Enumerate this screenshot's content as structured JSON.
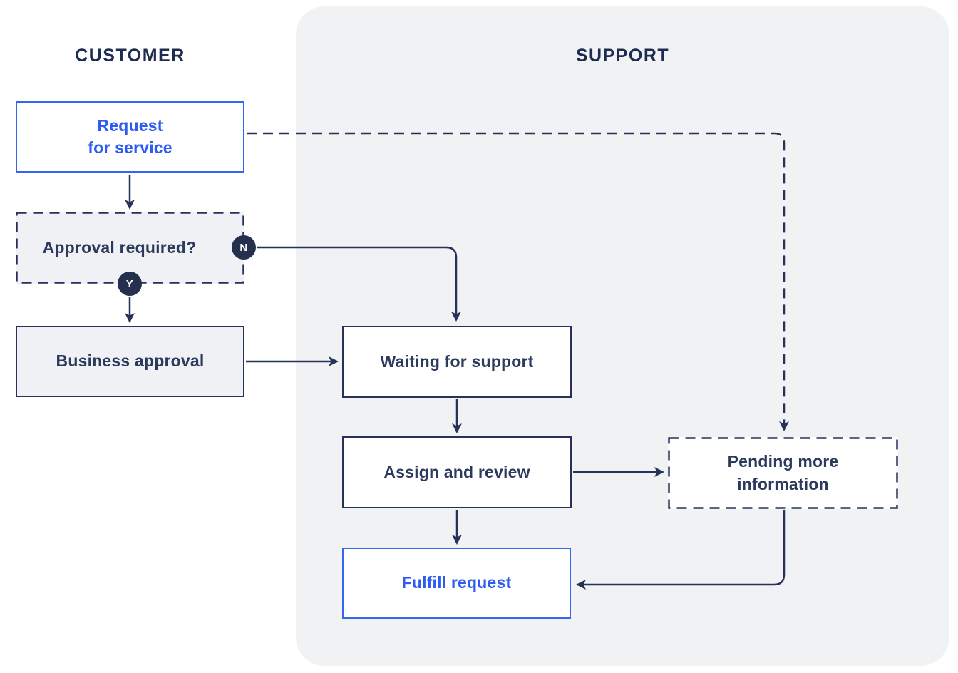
{
  "diagram": {
    "lanes": [
      {
        "id": "customer",
        "title": "CUSTOMER"
      },
      {
        "id": "support",
        "title": "SUPPORT"
      }
    ],
    "nodes": [
      {
        "id": "request-for-service",
        "label": "Request\nfor service",
        "style": "blue-outline"
      },
      {
        "id": "approval-required",
        "label": "Approval required?",
        "style": "dashed-gray"
      },
      {
        "id": "business-approval",
        "label": "Business approval",
        "style": "solid-gray"
      },
      {
        "id": "waiting-for-support",
        "label": "Waiting for support",
        "style": "solid-white"
      },
      {
        "id": "assign-and-review",
        "label": "Assign and review",
        "style": "solid-white"
      },
      {
        "id": "fulfill-request",
        "label": "Fulfill request",
        "style": "blue-outline"
      },
      {
        "id": "pending-more-information",
        "label": "Pending more\ninformation",
        "style": "dashed-white"
      }
    ],
    "badges": [
      {
        "id": "no",
        "label": "N"
      },
      {
        "id": "yes",
        "label": "Y"
      }
    ],
    "edges": [
      {
        "from": "request-for-service",
        "to": "approval-required",
        "style": "solid"
      },
      {
        "from": "request-for-service",
        "to": "pending-more-information",
        "style": "dashed"
      },
      {
        "from": "approval-required",
        "to": "waiting-for-support",
        "style": "solid",
        "label": "N"
      },
      {
        "from": "approval-required",
        "to": "business-approval",
        "style": "solid",
        "label": "Y"
      },
      {
        "from": "business-approval",
        "to": "waiting-for-support",
        "style": "solid"
      },
      {
        "from": "waiting-for-support",
        "to": "assign-and-review",
        "style": "solid"
      },
      {
        "from": "assign-and-review",
        "to": "pending-more-information",
        "style": "solid"
      },
      {
        "from": "assign-and-review",
        "to": "fulfill-request",
        "style": "solid"
      },
      {
        "from": "pending-more-information",
        "to": "fulfill-request",
        "style": "solid"
      }
    ],
    "colors": {
      "navy": "#26325a",
      "badge_navy": "#25304f",
      "blue": "#3465f3",
      "panel_gray": "#f1f2f4",
      "box_gray": "#eff1f4",
      "white": "#ffffff"
    }
  }
}
